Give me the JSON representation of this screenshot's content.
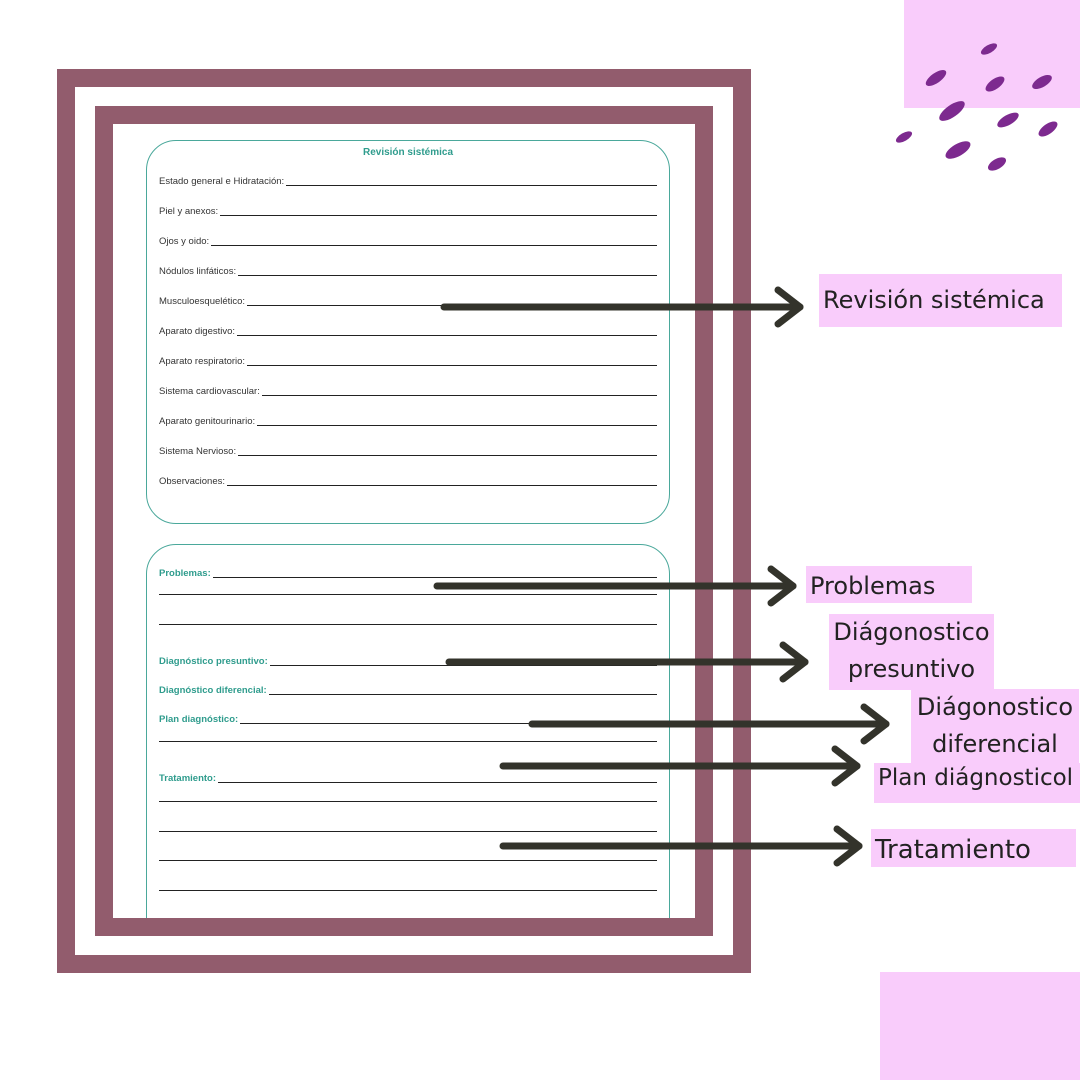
{
  "form": {
    "revision": {
      "title": "Revisión sistémica",
      "fields": [
        "Estado general e Hidratación:",
        "Piel y anexos:",
        "Ojos y oido:",
        "Nódulos linfáticos:",
        "Musculoesquelético:",
        "Aparato digestivo:",
        "Aparato respiratorio:",
        "Sistema cardiovascular:",
        "Aparato genitourinario:",
        "Sistema Nervioso:",
        "Observaciones:"
      ]
    },
    "plan": {
      "problemas": "Problemas:",
      "presuntivo": "Diagnóstico presuntivo:",
      "diferencial": "Diagnóstico diferencial:",
      "plan_diagnostico": "Plan diagnóstico:",
      "tratamiento": "Tratamiento:"
    }
  },
  "callouts": {
    "revision": "Revisión sistémica",
    "problemas": "Problemas",
    "presuntivo_line1": "Diágonostico",
    "presuntivo_line2": "presuntivo",
    "diferencial_line1": "Diágonostico",
    "diferencial_line2": "diferencial",
    "plan": "Plan diágnosticol",
    "tratamiento": "Tratamiento"
  },
  "colors": {
    "frame": "#925c6d",
    "callout_bg": "#f9ccfb",
    "accent_teal": "#2f9c8d",
    "arrow": "#33332b",
    "brush": "#7d2a8f"
  },
  "icons": [
    "brush-stroke-icon"
  ]
}
